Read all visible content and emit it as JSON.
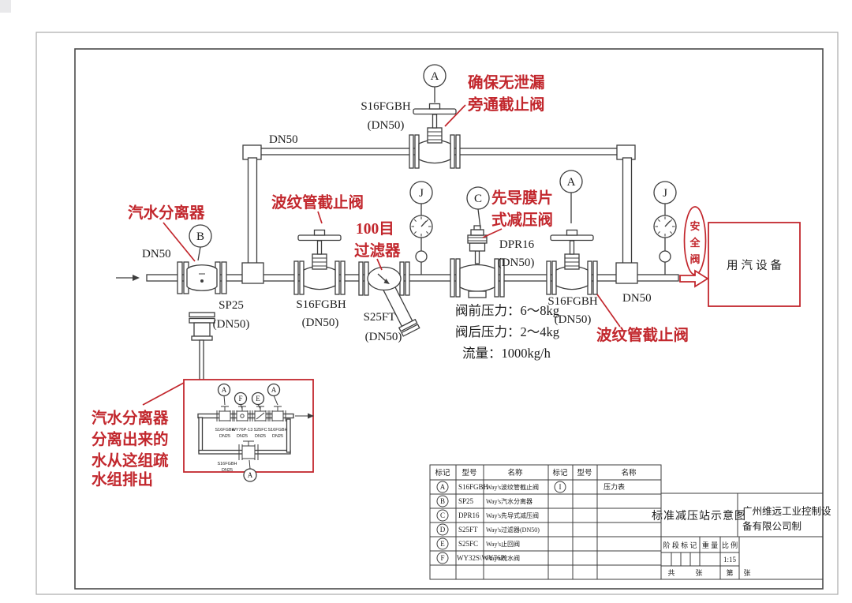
{
  "colors": {
    "annotation_red": "#c2272d",
    "line_ink": "#3d3d3d"
  },
  "pipe_labels": {
    "inlet": "DN50",
    "bypass": "DN50",
    "outlet": "DN50"
  },
  "components": {
    "bypass_valve": {
      "tag": "A",
      "model": "S16FGBH",
      "size": "(DN50)"
    },
    "separator": {
      "tag": "B",
      "model": "SP25",
      "size": "(DN50)"
    },
    "inlet_valve": {
      "model": "S16FGBH",
      "size": "(DN50)"
    },
    "strainer": {
      "model": "S25FT",
      "size": "(DN50)"
    },
    "prv": {
      "tag": "C",
      "model": "DPR16",
      "size": "(DN50)"
    },
    "outlet_valve": {
      "tag": "A",
      "model": "S16FGBH",
      "size": "(DN50)"
    },
    "gauge_upstream": {
      "tag": "J"
    },
    "gauge_downstream": {
      "tag": "J"
    }
  },
  "red_notes": {
    "bypass": [
      "确保无泄漏",
      "旁通截止阀"
    ],
    "separator": "汽水分离器",
    "inlet_valve": "波纹管截止阀",
    "strainer": [
      "100目",
      "过滤器"
    ],
    "prv": [
      "先导膜片",
      "式减压阀"
    ],
    "outlet_valve": "波纹管截止阀",
    "safety_valve": [
      "安",
      "全",
      "阀"
    ],
    "drain": [
      "汽水分离器",
      "分离出来的",
      "水从这组疏",
      "水组排出"
    ]
  },
  "equipment_box_label": "用汽设备",
  "process_params": {
    "upstream": "阀前压力：6～8kg",
    "downstream": "阀后压力：2～4kg",
    "flow": "流量：1000kg/h"
  },
  "drain_group": {
    "valves": [
      {
        "tag": "A",
        "model": "S16FGBH",
        "size": "DN25"
      },
      {
        "tag": "F",
        "model": "WY76P-13",
        "size": "DN25"
      },
      {
        "tag": "E",
        "model": "S25FC",
        "size": "DN25"
      },
      {
        "tag": "A",
        "model": "S16FGBH",
        "size": "DN25"
      }
    ],
    "bottom_valve": {
      "tag": "A",
      "model": "S16FGBH",
      "size": "DN25"
    }
  },
  "legend_left": {
    "headers": [
      "标记",
      "型号",
      "名称"
    ],
    "rows": [
      {
        "tag": "A",
        "model": "S16FGBH",
        "name": "Way's波纹管截止阀"
      },
      {
        "tag": "B",
        "model": "SP25",
        "name": "Way's汽水分离器"
      },
      {
        "tag": "C",
        "model": "DPR16",
        "name": "Way's先导式减压阀"
      },
      {
        "tag": "D",
        "model": "S25FT",
        "name": "Way's过滤器(DN50)"
      },
      {
        "tag": "E",
        "model": "S25FC",
        "name": "Way's止回阀"
      },
      {
        "tag": "F",
        "model": "WY32S\\WY76P",
        "name": "Way's疏水阀"
      }
    ]
  },
  "legend_right": {
    "headers": [
      "标记",
      "型号",
      "名称"
    ],
    "rows": [
      {
        "tag": "I",
        "model": "",
        "name": "压力表"
      }
    ]
  },
  "title_block": {
    "drawing_title": "标准减压站示意图",
    "company": [
      "广州维远工业控制设",
      "备有限公司制"
    ],
    "stage_label": "阶 段 标 记",
    "weight_label": "重 量",
    "scale_label": "比 例",
    "scale_value": "1:15",
    "sheets_total_label": "共",
    "sheets_unit_a": "张",
    "sheet_no_label": "第",
    "sheets_unit_b": "张"
  }
}
